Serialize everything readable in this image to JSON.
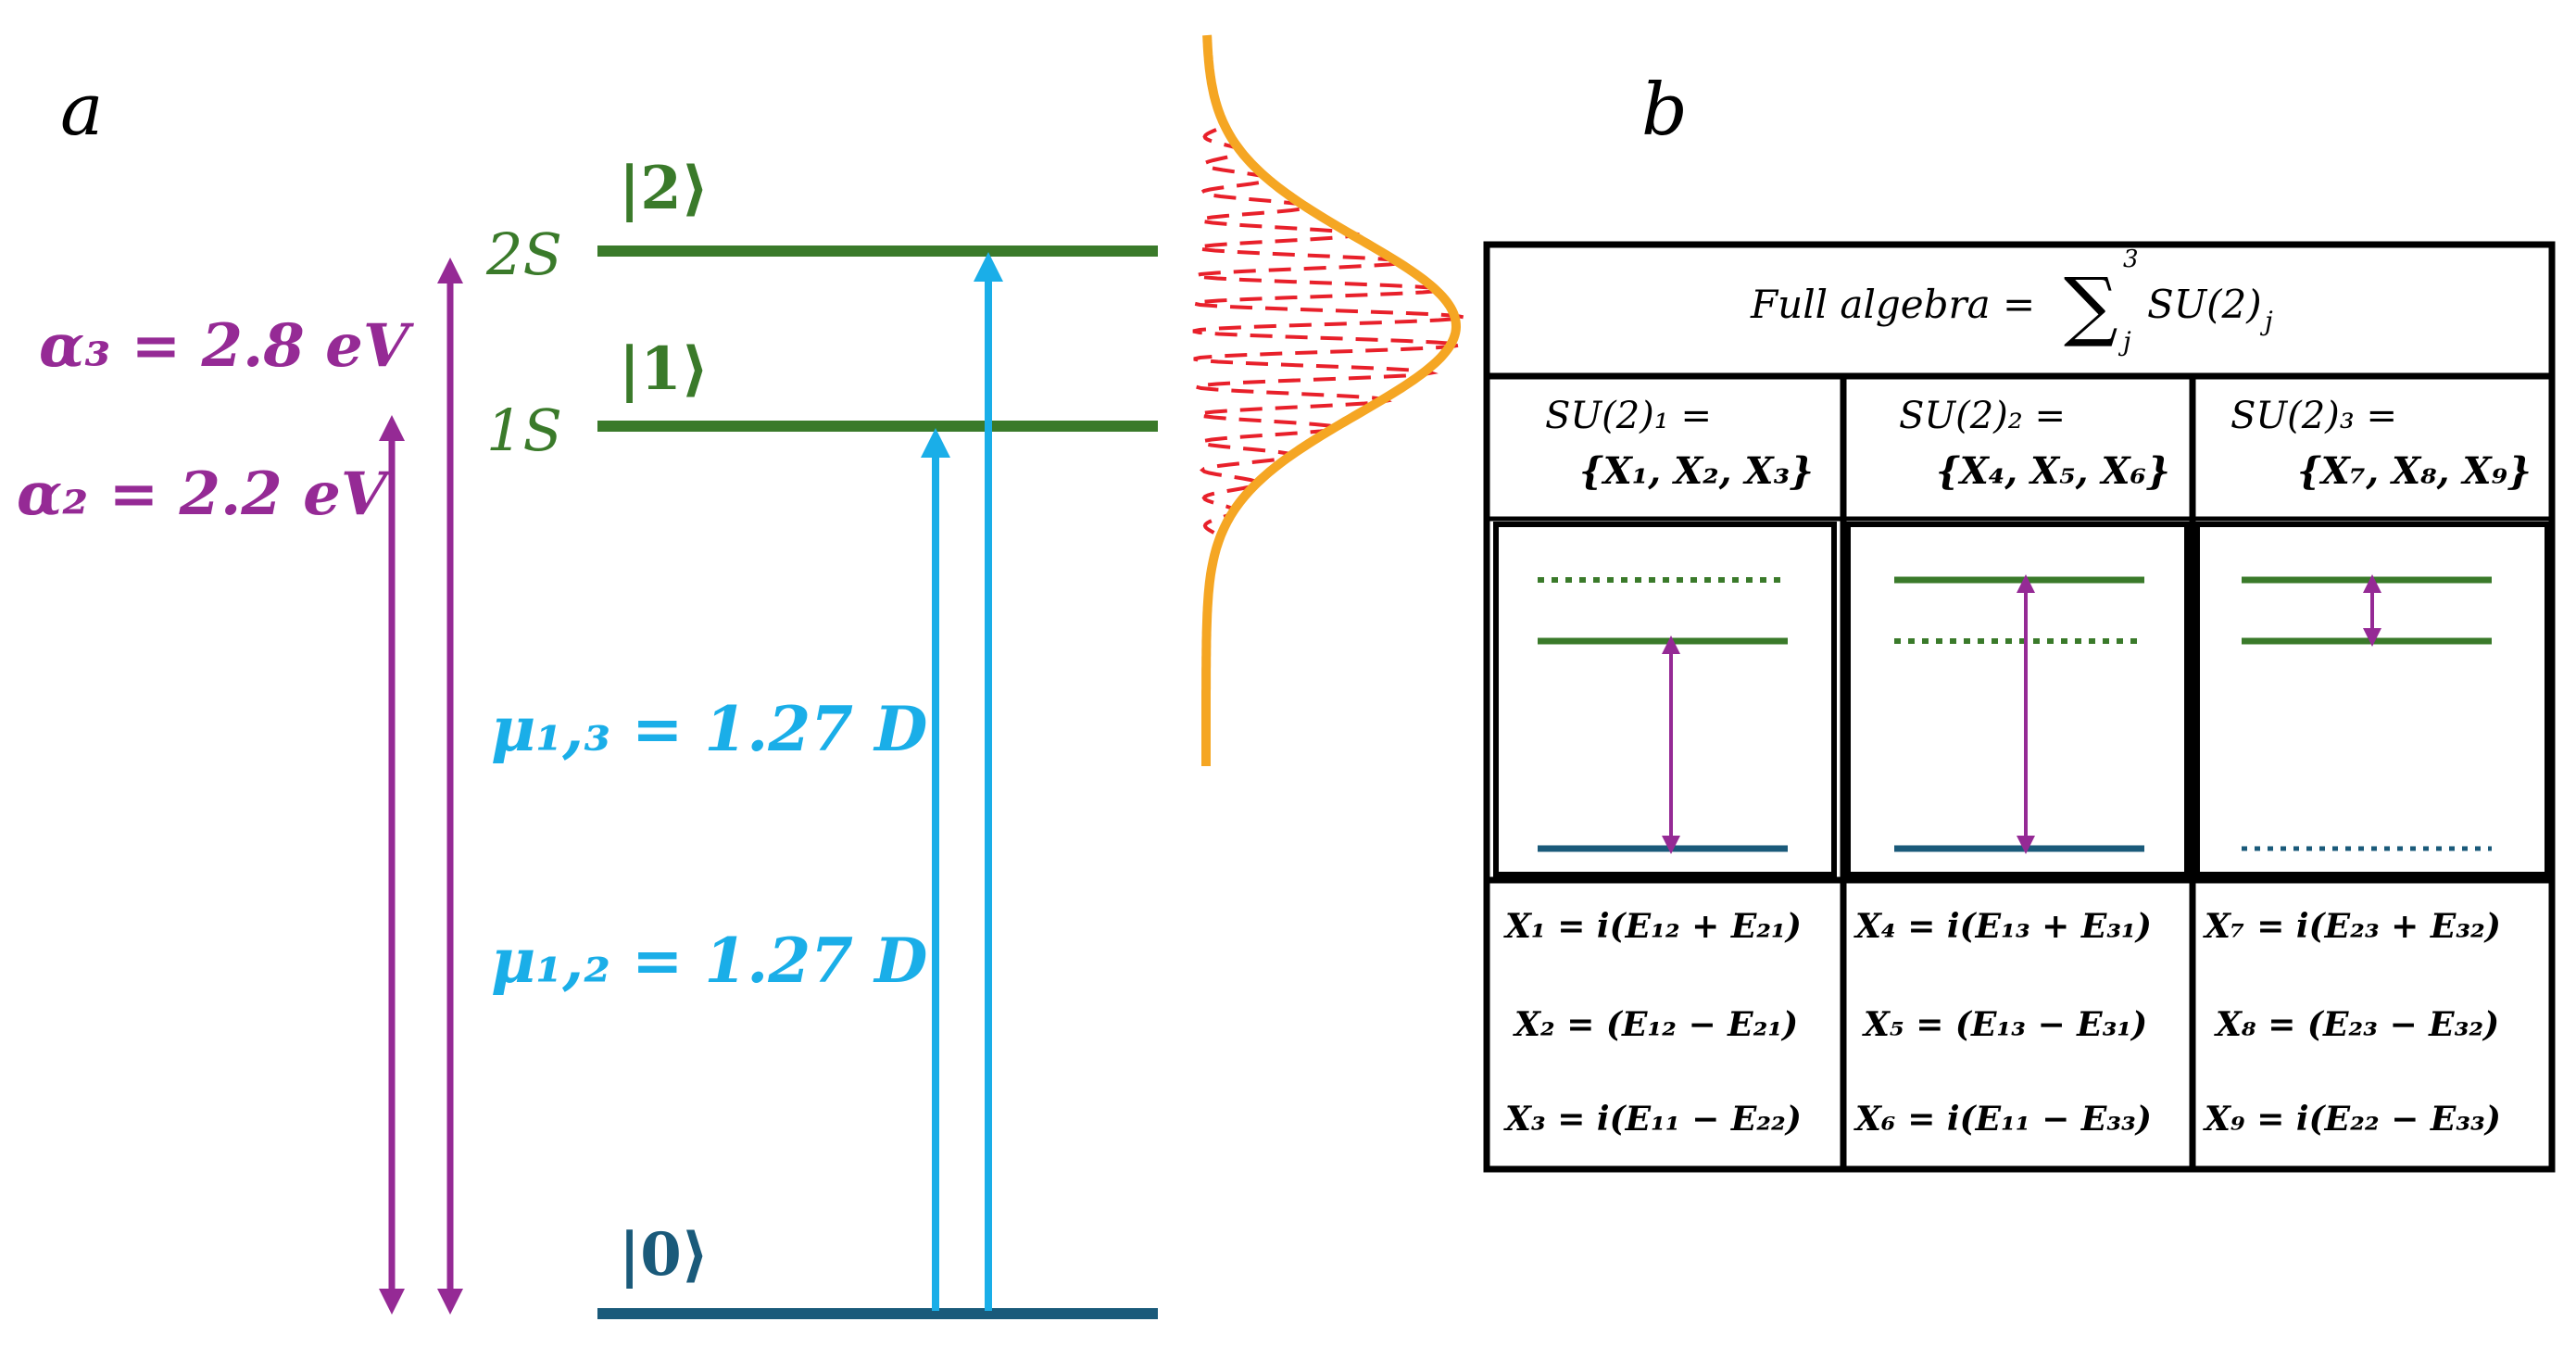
{
  "panel_a": {
    "label": "a",
    "levels": {
      "ket2": "|2⟩",
      "ket1": "|1⟩",
      "ket0": "|0⟩",
      "orbital_2S": "2S",
      "orbital_1S": "1S"
    },
    "alpha3": "α₃ = 2.8 eV",
    "alpha2": "α₂ = 2.2 eV",
    "mu13": "μ₁,₃ = 1.27 D",
    "mu12": "μ₁,₂ = 1.27 D"
  },
  "panel_b": {
    "label": "b",
    "title_lhs": "Full algebra = ",
    "title_sum_top": "3",
    "title_sum_bottom": "j",
    "title_rhs": "SU(2)",
    "title_rhs_sub": "j",
    "columns": [
      {
        "header_line1": "SU(2)₁ =",
        "header_line2": "{X₁, X₂, X₃}",
        "eqs": [
          "X₁ = i(E₁₂ + E₂₁)",
          "X₂ = (E₁₂ − E₂₁)",
          "X₃ = i(E₁₁ − E₂₂)"
        ]
      },
      {
        "header_line1": "SU(2)₂ =",
        "header_line2": "{X₄, X₅, X₆}",
        "eqs": [
          "X₄ = i(E₁₃ + E₃₁)",
          "X₅ = (E₁₃ − E₃₁)",
          "X₆ = i(E₁₁ − E₃₃)"
        ]
      },
      {
        "header_line1": "SU(2)₃ =",
        "header_line2": "{X₇, X₈, X₉}",
        "eqs": [
          "X₇ = i(E₂₃ + E₃₂)",
          "X₈ = (E₂₃ − E₃₂)",
          "X₉ = i(E₂₂ − E₃₃)"
        ]
      }
    ]
  },
  "colors": {
    "green": "#3a7a2a",
    "navy": "#1a5a7a",
    "cyan": "#1aaee8",
    "magenta": "#952a95",
    "orange": "#f5a623",
    "red": "#e8202a",
    "black": "#000000"
  }
}
